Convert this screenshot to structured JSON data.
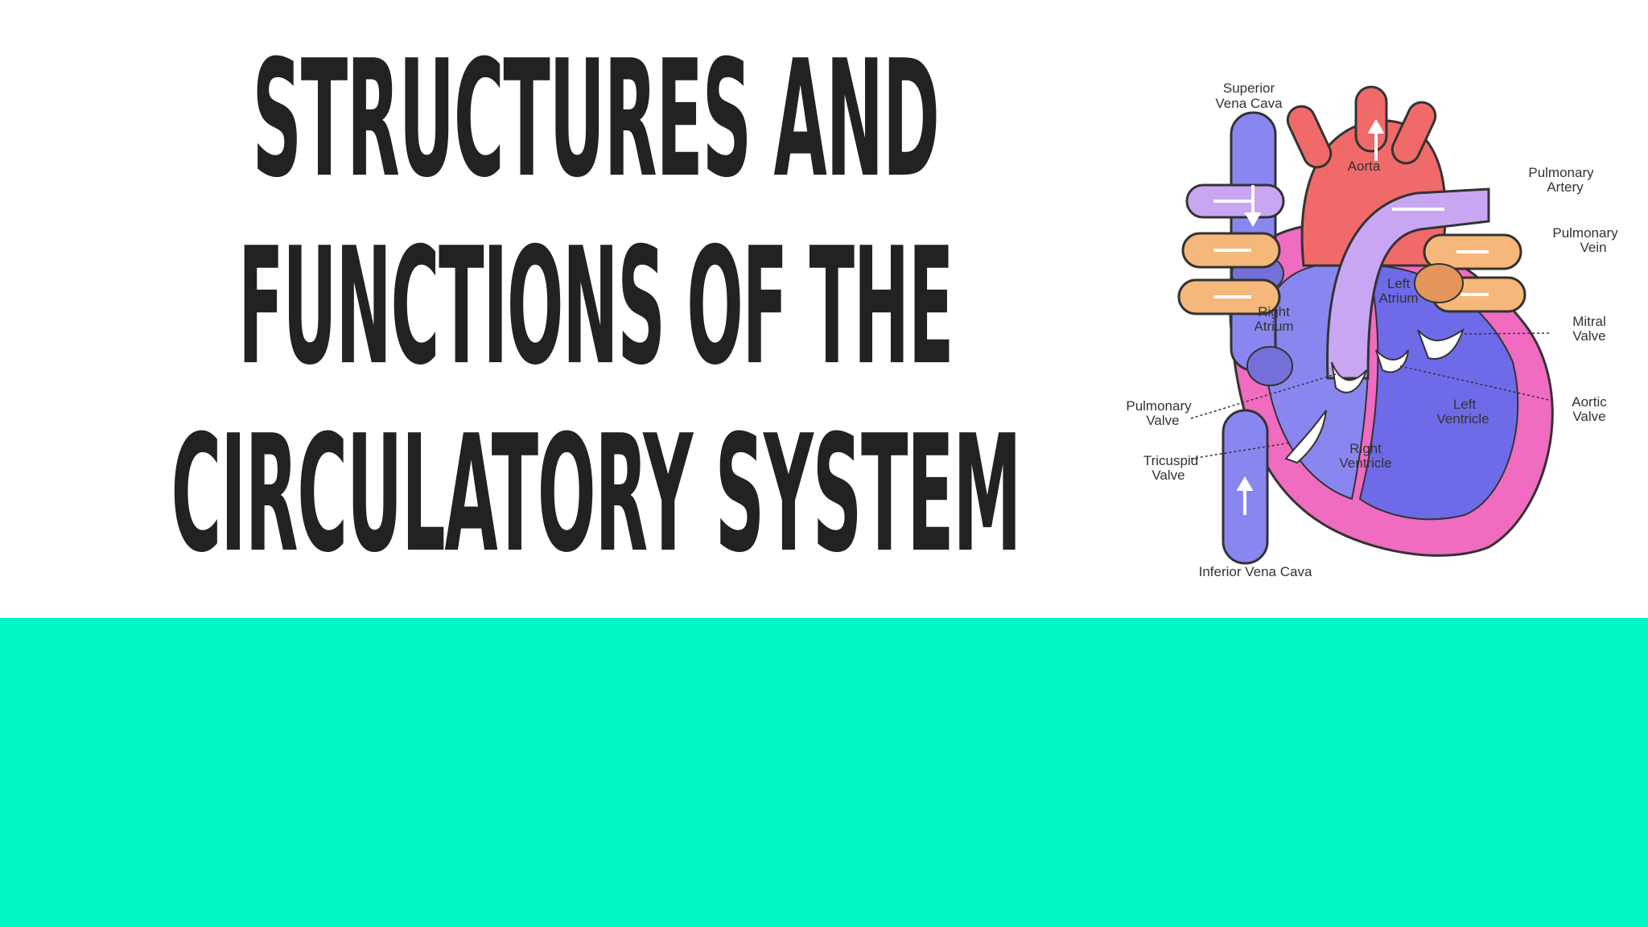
{
  "slide": {
    "title_lines": [
      "STRUCTURES AND",
      "FUNCTIONS OF THE",
      "CIRCULATORY SYSTEM"
    ]
  },
  "diagram": {
    "labels": {
      "superior_vena_cava_1": "Superior",
      "superior_vena_cava_2": "Vena Cava",
      "aorta": "Aorta",
      "pulmonary_artery_1": "Pulmonary",
      "pulmonary_artery_2": "Artery",
      "pulmonary_vein_1": "Pulmonary",
      "pulmonary_vein_2": "Vein",
      "left_atrium_1": "Left",
      "left_atrium_2": "Atrium",
      "right_atrium_1": "Right",
      "right_atrium_2": "Atrium",
      "mitral_valve_1": "Mitral",
      "mitral_valve_2": "Valve",
      "pulmonary_valve_1": "Pulmonary",
      "pulmonary_valve_2": "Valve",
      "aortic_valve_1": "Aortic",
      "aortic_valve_2": "Valve",
      "left_ventricle_1": "Left",
      "left_ventricle_2": "Ventricle",
      "right_ventricle_1": "Right",
      "right_ventricle_2": "Ventricle",
      "tricuspid_valve_1": "Tricuspid",
      "tricuspid_valve_2": "Valve",
      "inferior_vena_cava": "Inferior Vena Cava"
    },
    "colors": {
      "deoxygenated": "#8a86f0",
      "oxygenated": "#f06a6a",
      "pulmonary_artery": "#c9a6f2",
      "pulmonary_vein": "#f5b77a",
      "myocardium": "#ef6cc0"
    }
  },
  "theme": {
    "accent": "#00f9c3",
    "title_color": "#222222"
  }
}
